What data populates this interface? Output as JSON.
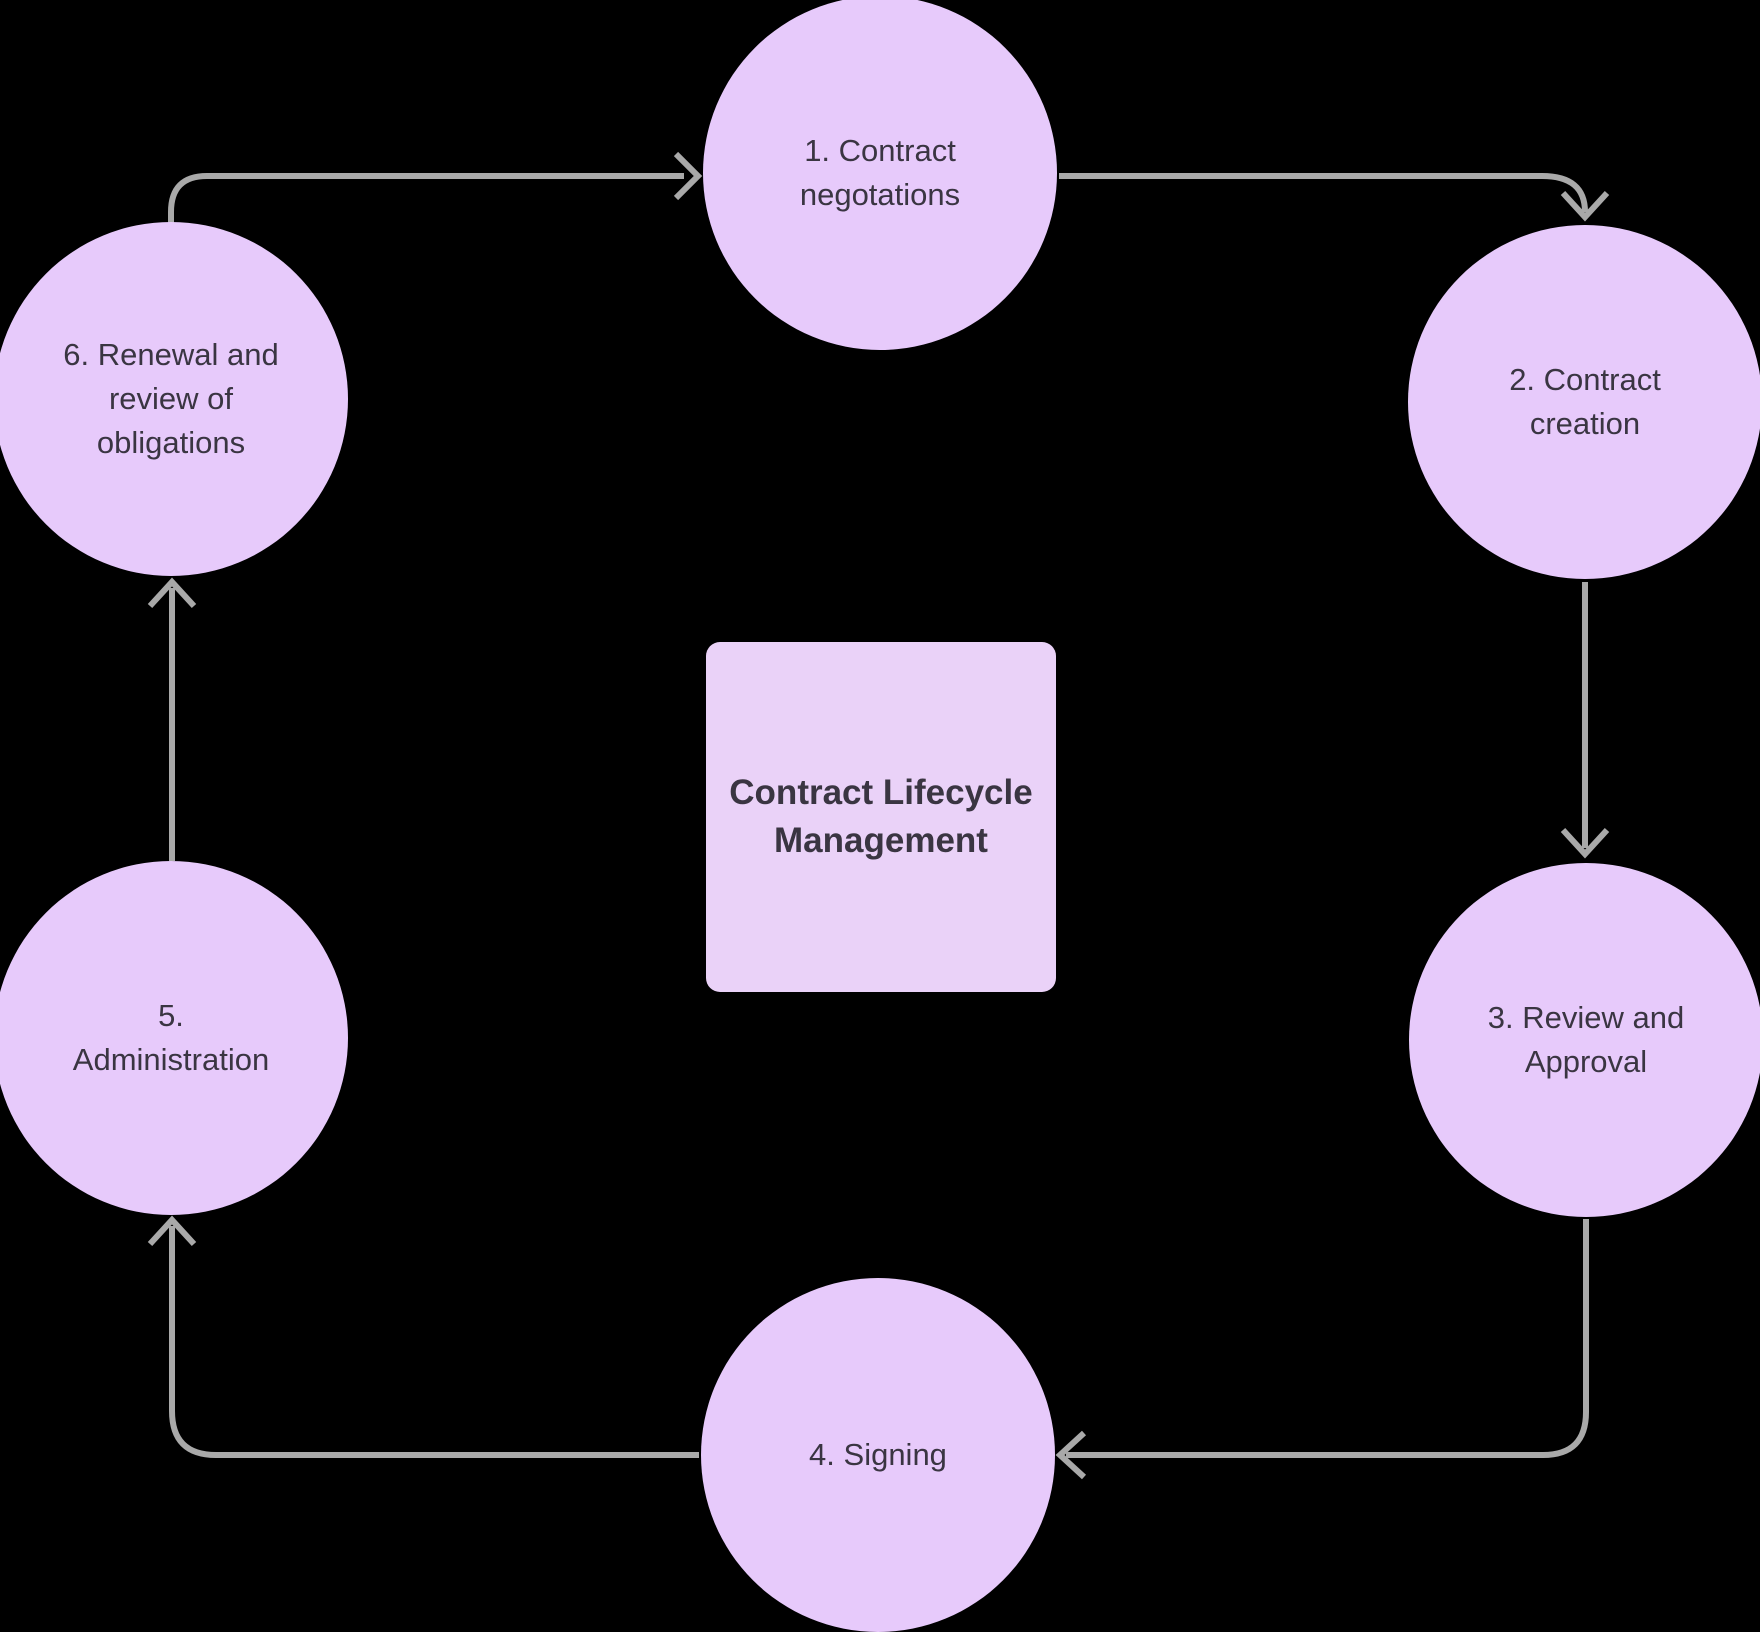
{
  "diagram": {
    "center": {
      "title": "Contract Lifecycle\nManagement"
    },
    "steps": [
      {
        "id": 1,
        "label": "1. Contract\nnegotations"
      },
      {
        "id": 2,
        "label": "2. Contract\ncreation"
      },
      {
        "id": 3,
        "label": "3. Review and\nApproval"
      },
      {
        "id": 4,
        "label": "4. Signing"
      },
      {
        "id": 5,
        "label": "5.\nAdministration"
      },
      {
        "id": 6,
        "label": "6. Renewal and\nreview of\nobligations"
      }
    ],
    "colors": {
      "background": "#000000",
      "node_fill": "#E7CAFB",
      "center_fill": "#EAD2F8",
      "arrow": "#A9A9A9",
      "text": "#3A3542"
    }
  }
}
